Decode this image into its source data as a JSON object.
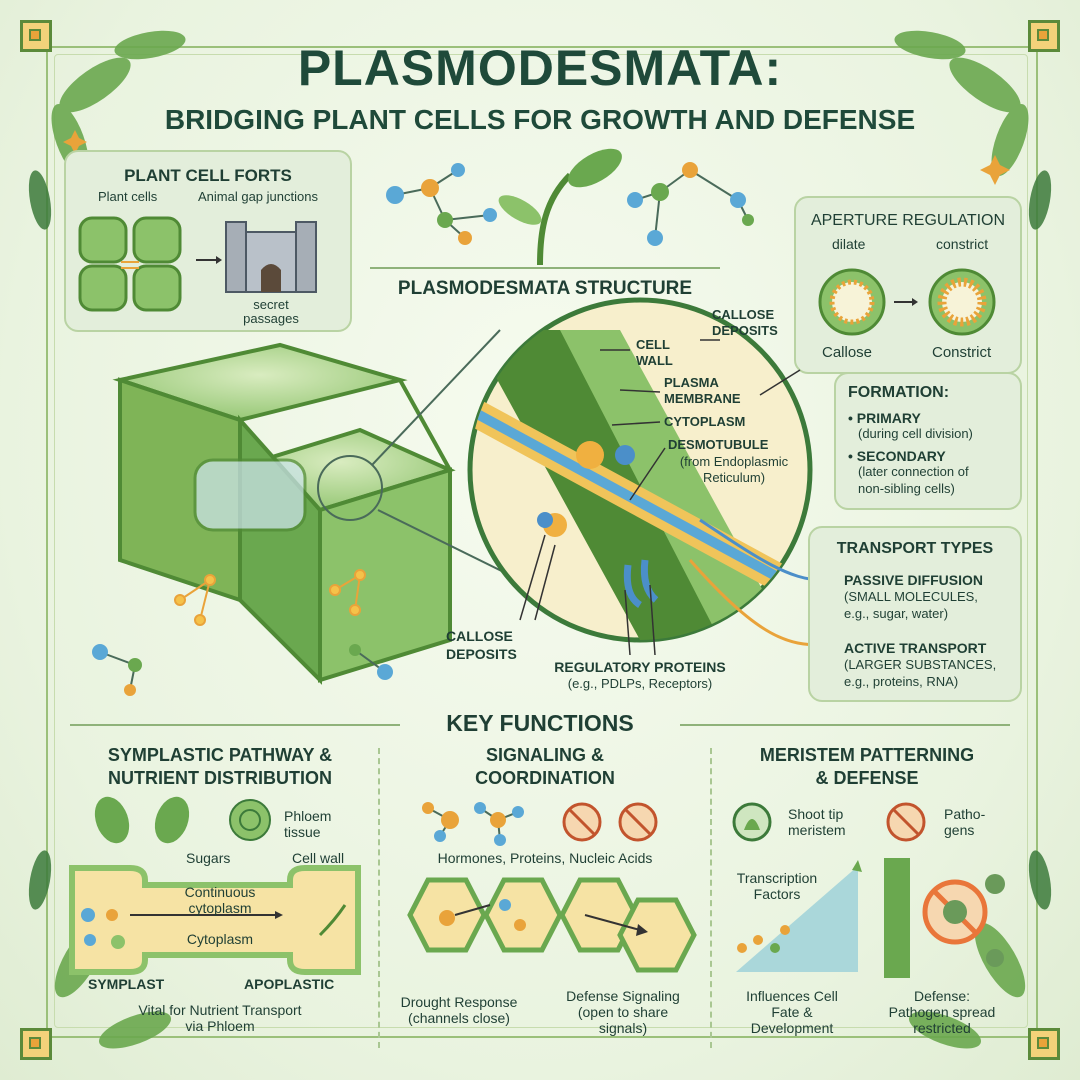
{
  "title": "PLASMODESMATA:",
  "subtitle": "BRIDGING PLANT CELLS FOR GROWTH AND DEFENSE",
  "cell_forts": {
    "heading": "PLANT CELL FORTS",
    "plant_cells": "Plant cells",
    "gap_junctions": "Animal gap junctions",
    "secret_1": "secret",
    "secret_2": "passages"
  },
  "structure": {
    "heading": "PLASMODESMATA STRUCTURE",
    "callose_top_1": "CALLOSE",
    "callose_top_2": "DEPOSITS",
    "cell_wall_1": "CELL",
    "cell_wall_2": "WALL",
    "plasma_1": "PLASMA",
    "plasma_2": "MEMBRANE",
    "cytoplasm": "CYTOPLASM",
    "desmotubule": "DESMOTUBULE",
    "desmo_note_1": "(from Endoplasmic",
    "desmo_note_2": "Reticulum)",
    "callose_bottom_1": "CALLOSE",
    "callose_bottom_2": "DEPOSITS",
    "regulatory": "REGULATORY PROTEINS",
    "regulatory_note": "(e.g., PDLPs, Receptors)"
  },
  "aperture": {
    "heading": "APERTURE REGULATION",
    "dilate": "dilate",
    "constrict": "constrict",
    "callose": "Callose",
    "constrict_label": "Constrict"
  },
  "formation": {
    "heading": "FORMATION:",
    "primary": "• PRIMARY",
    "primary_note": "(during cell division)",
    "secondary": "• SECONDARY",
    "secondary_note_1": "(later connection of",
    "secondary_note_2": "non-sibling cells)"
  },
  "transport": {
    "heading": "TRANSPORT TYPES",
    "passive": "PASSIVE DIFFUSION",
    "passive_1": "(SMALL MOLECULES,",
    "passive_2": "e.g., sugar, water)",
    "active": "ACTIVE TRANSPORT",
    "active_1": "(LARGER SUBSTANCES,",
    "active_2": "e.g., proteins, RNA)"
  },
  "key_functions": {
    "heading": "KEY FUNCTIONS",
    "col1": {
      "title_1": "SYMPLASTIC PATHWAY &",
      "title_2": "NUTRIENT DISTRIBUTION",
      "phloem_1": "Phloem",
      "phloem_2": "tissue",
      "sugars": "Sugars",
      "cell_wall": "Cell wall",
      "continuous_1": "Continuous",
      "continuous_2": "cytoplasm",
      "cytoplasm": "Cytoplasm",
      "symplast": "SYMPLAST",
      "apoplastic": "APOPLASTIC",
      "vital_1": "Vital for Nutrient Transport",
      "vital_2": "via Phloem"
    },
    "col2": {
      "title_1": "SIGNALING &",
      "title_2": "COORDINATION",
      "molecules": "Hormones, Proteins, Nucleic Acids",
      "drought_1": "Drought Response",
      "drought_2": "(channels close)",
      "defense_1": "Defense Signaling",
      "defense_2": "(open to share",
      "defense_3": "signals)"
    },
    "col3": {
      "title_1": "MERISTEM PATTERNING",
      "title_2": "& DEFENSE",
      "shoot_1": "Shoot tip",
      "shoot_2": "meristem",
      "patho_1": "Patho-",
      "patho_2": "gens",
      "tf_1": "Transcription",
      "tf_2": "Factors",
      "influences_1": "Influences Cell",
      "influences_2": "Fate &",
      "influences_3": "Development",
      "defense_1": "Defense:",
      "defense_2": "Pathogen spread",
      "defense_3": "restricted"
    }
  },
  "colors": {
    "leaf_green": "#6aa84f",
    "dark_green": "#3c7a3a",
    "orange": "#e9a33a",
    "blue": "#4b8fc9",
    "title": "#1f4a3a"
  }
}
